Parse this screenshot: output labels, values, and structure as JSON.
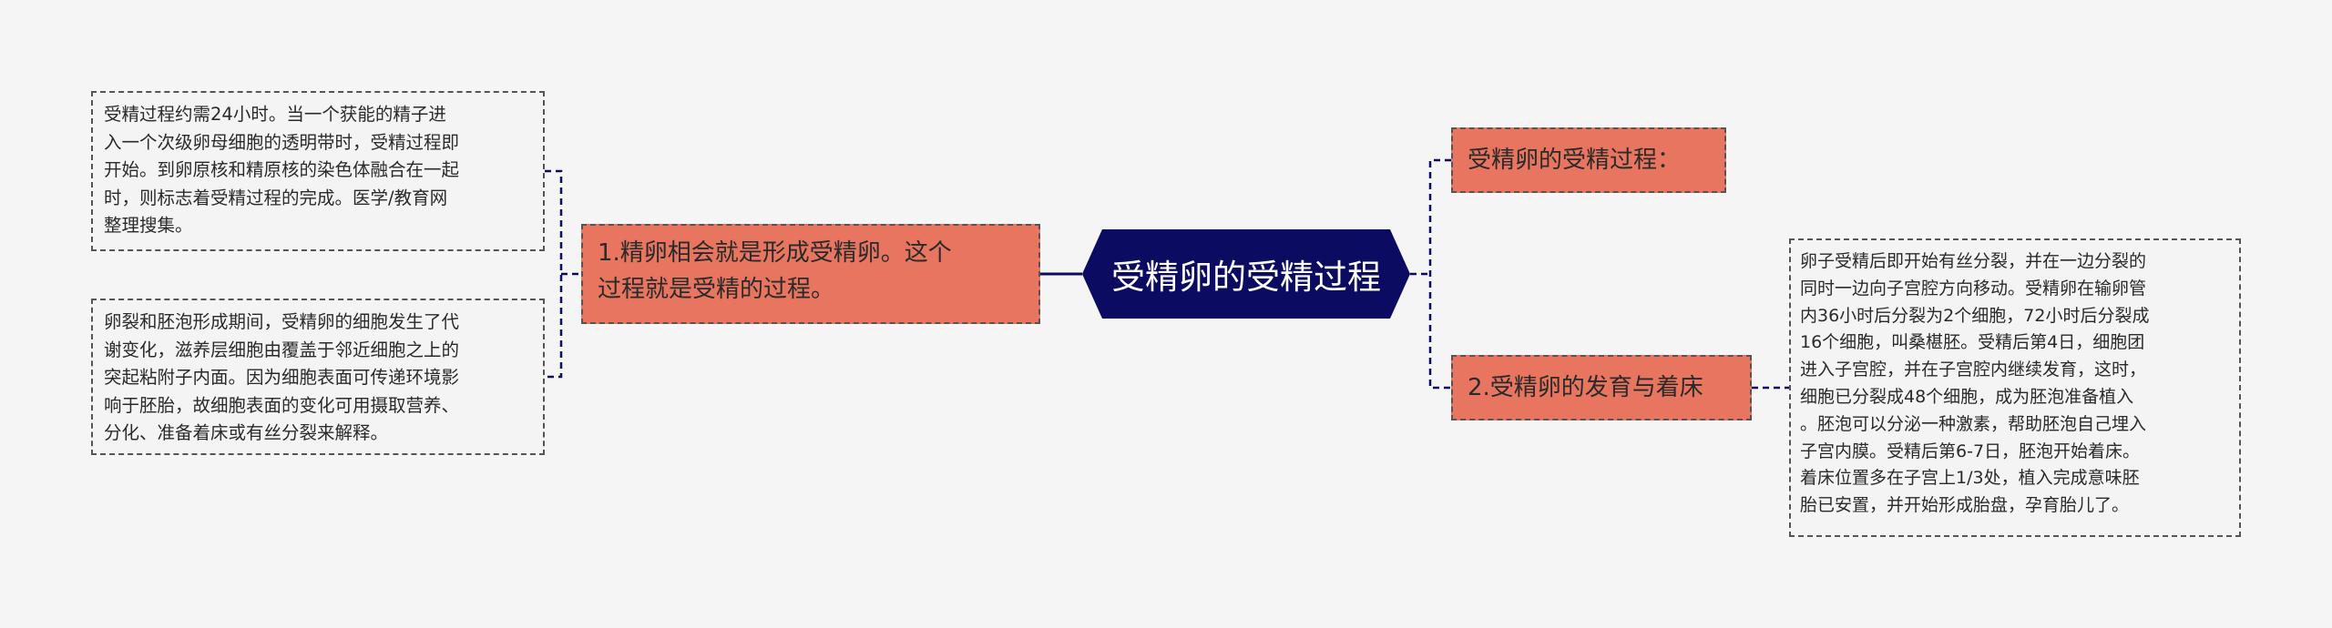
{
  "central": {
    "title": "受精卵的受精过程"
  },
  "left_branch": {
    "title_lines": [
      "1.精卵相会就是形成受精卵。这个",
      "过程就是受精的过程。"
    ],
    "notes": [
      {
        "lines": [
          "受精过程约需24小时。当一个获能的精子进",
          "入一个次级卵母细胞的透明带时，受精过程即",
          "开始。到卵原核和精原核的染色体融合在一起",
          "时，则标志着受精过程的完成。医学/教育网",
          "整理搜集。"
        ]
      },
      {
        "lines": [
          "卵裂和胚泡形成期间，受精卵的细胞发生了代",
          "谢变化，滋养层细胞由覆盖于邻近细胞之上的",
          "突起粘附子内面。因为细胞表面可传递环境影",
          "响于胚胎，故细胞表面的变化可用摄取营养、",
          "分化、准备着床或有丝分裂来解释。"
        ]
      }
    ]
  },
  "right_branches": [
    {
      "title": "受精卵的受精过程："
    },
    {
      "title": "2.受精卵的发育与着床",
      "note_lines": [
        "卵子受精后即开始有丝分裂，并在一边分裂的",
        "同时一边向子宫腔方向移动。受精卵在输卵管",
        "内36小时后分裂为2个细胞，72小时后分裂成",
        "16个细胞，叫桑椹胚。受精后第4日，细胞团",
        "进入子宫腔，并在子宫腔内继续发育，这时，",
        "细胞已分裂成48个细胞，成为胚泡准备植入",
        "。胚泡可以分泌一种激素，帮助胚泡自己埋入",
        "子宫内膜。受精后第6-7日，胚泡开始着床。",
        "着床位置多在子宫上1/3处，植入完成意味胚",
        "胎已安置，并开始形成胎盘，孕育胎儿了。"
      ]
    }
  ],
  "colors": {
    "background": "#f5f5f5",
    "central_fill": "#0b0b62",
    "main_topic_fill": "#e87560",
    "connector": "#0b0b62",
    "dashed_border": "#555555"
  }
}
